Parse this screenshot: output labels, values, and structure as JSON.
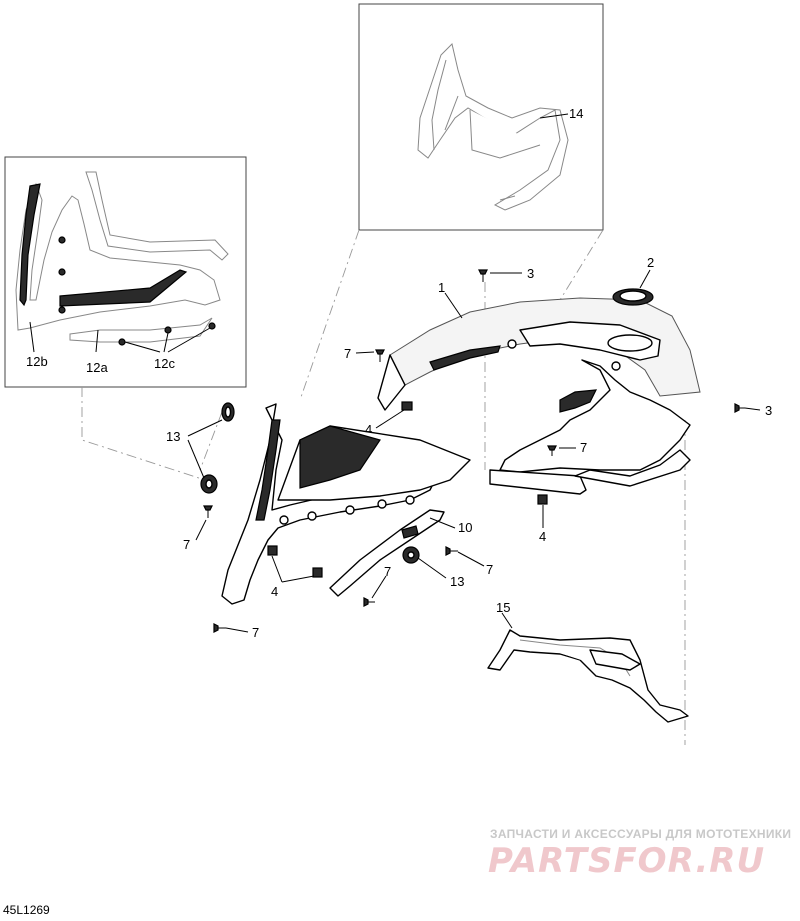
{
  "callouts": {
    "c1": "1",
    "c2": "2",
    "c3a": "3",
    "c3b": "3",
    "c4a": "4",
    "c4b": "4",
    "c4c": "4",
    "c7a": "7",
    "c7b": "7",
    "c7c": "7",
    "c7d": "7",
    "c7e": "7",
    "c7f": "7",
    "c10": "10",
    "c12a": "12a",
    "c12b": "12b",
    "c12c": "12c",
    "c13a": "13",
    "c13b": "13",
    "c14": "14",
    "c15": "15"
  },
  "watermark": {
    "tagline": "ЗАПЧАСТИ И АКСЕССУАРЫ ДЛЯ МОТОТЕХНИКИ",
    "logo": "PARTSFOR.RU"
  },
  "drawing_id": "45L1269"
}
